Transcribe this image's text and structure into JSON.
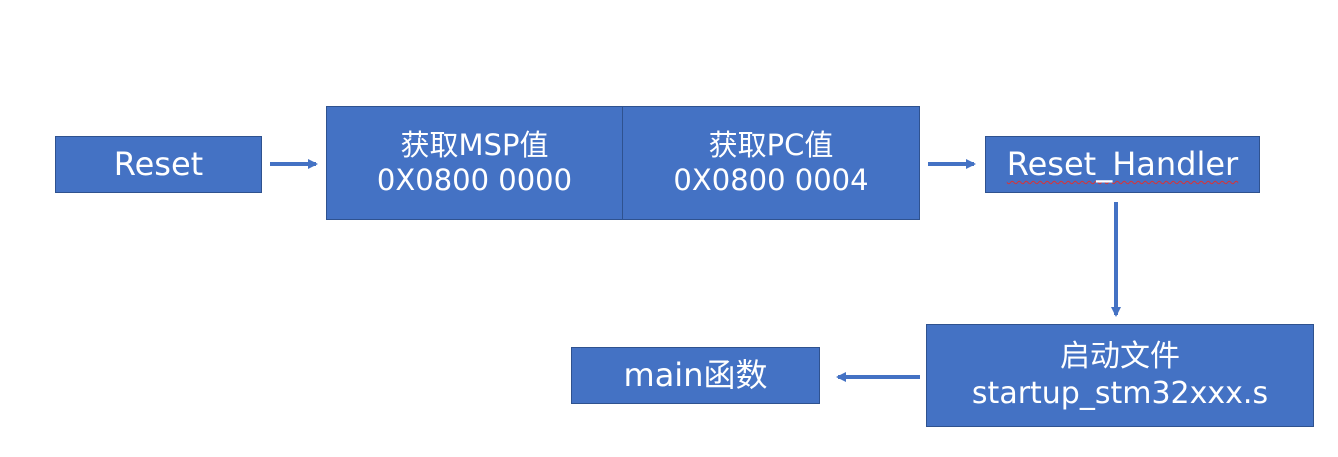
{
  "diagram": {
    "nodes": {
      "reset": {
        "label": "Reset"
      },
      "get_msp": {
        "line1": "获取MSP值",
        "line2": "0X0800 0000"
      },
      "get_pc": {
        "line1": "获取PC值",
        "line2": "0X0800 0004"
      },
      "reset_handler": {
        "label": "Reset_Handler"
      },
      "startup_file": {
        "line1": "启动文件",
        "line2": "startup_stm32xxx.s"
      },
      "main_function": {
        "label": "main函数"
      }
    },
    "edges": [
      {
        "from": "reset",
        "to": "get_msp"
      },
      {
        "from": "get_pc",
        "to": "reset_handler"
      },
      {
        "from": "reset_handler",
        "to": "startup_file"
      },
      {
        "from": "startup_file",
        "to": "main_function"
      }
    ],
    "colors": {
      "box_fill": "#4472c4",
      "box_border": "#2f528f",
      "text": "#ffffff",
      "arrow": "#4472c4",
      "spellcheck_underline": "#e03030"
    }
  }
}
